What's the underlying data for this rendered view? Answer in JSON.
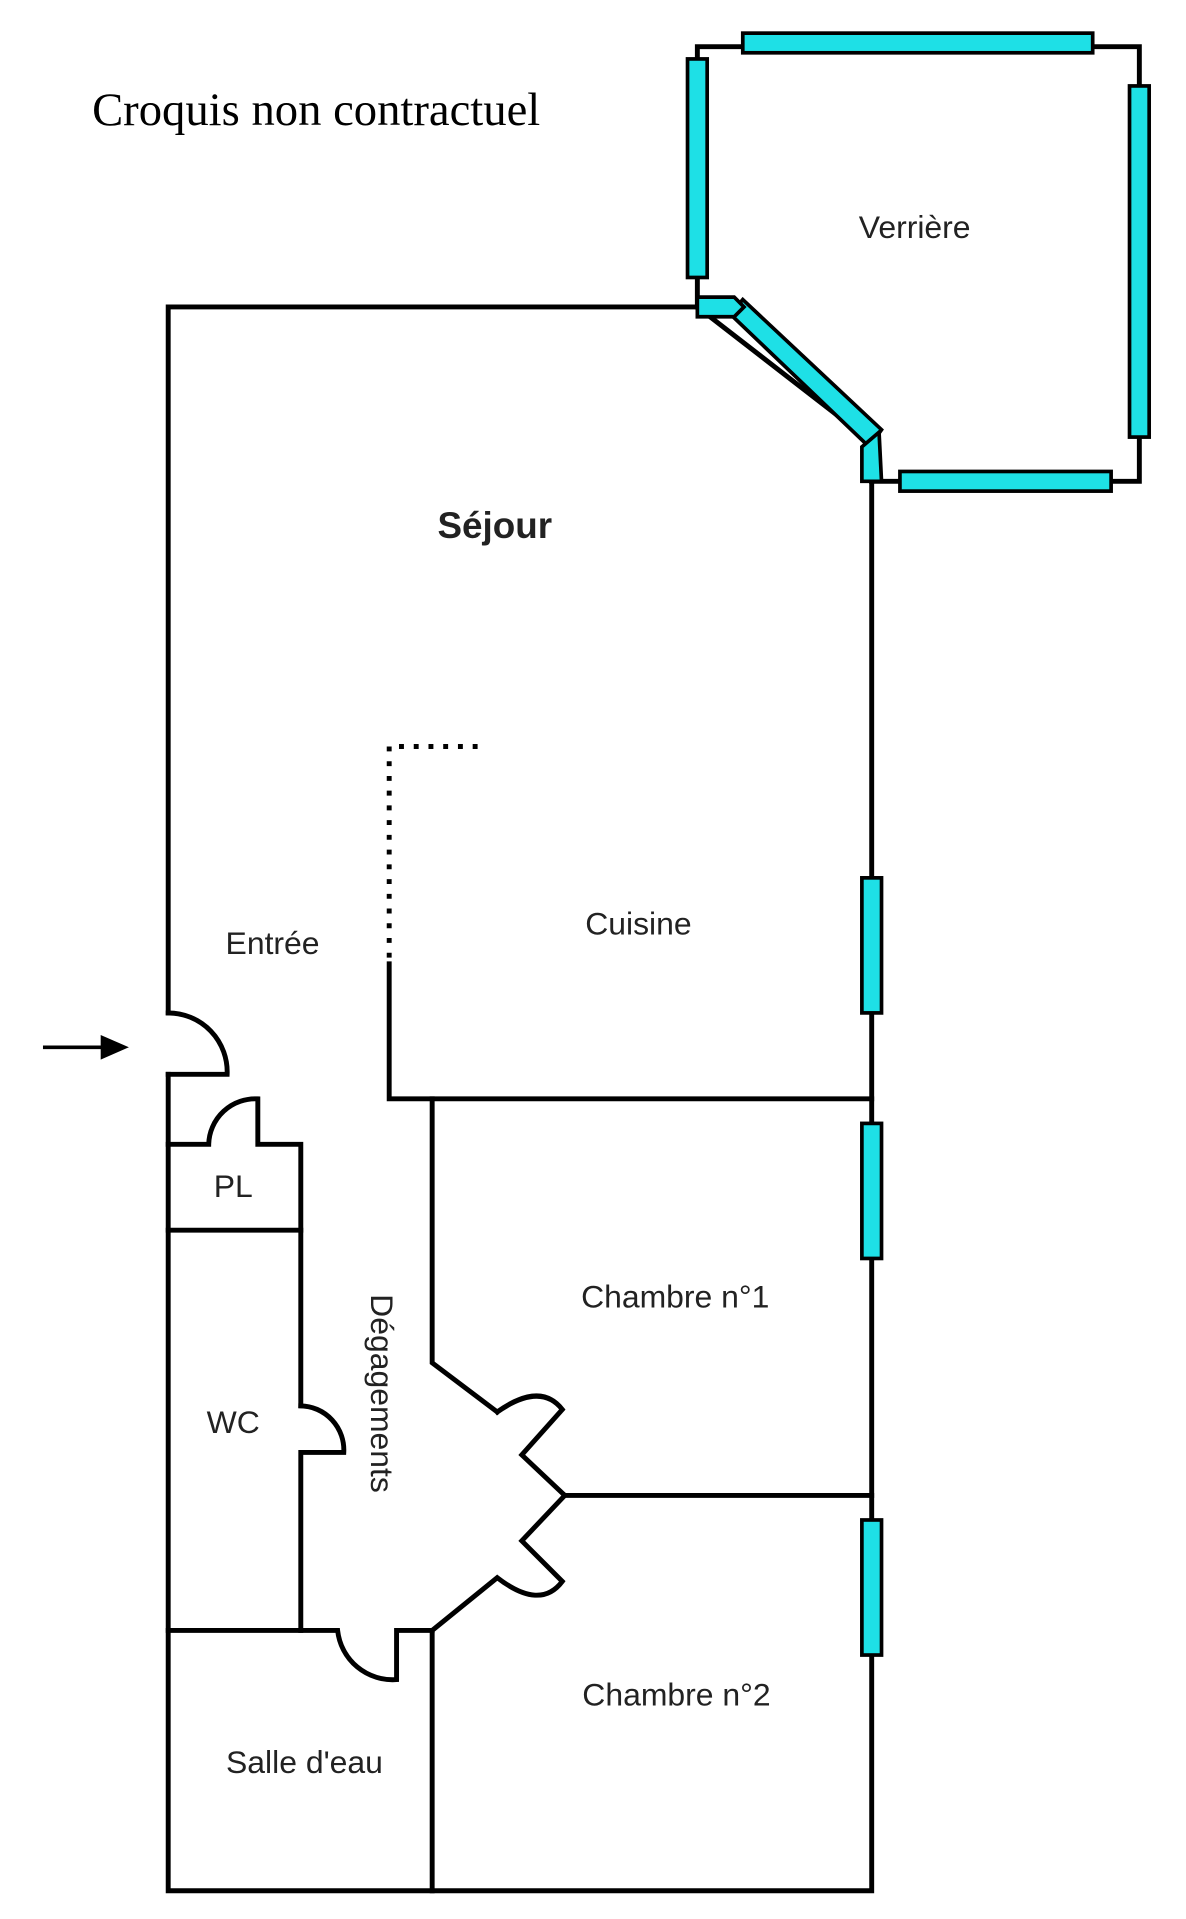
{
  "title": "Croquis non contractuel",
  "rooms": {
    "verriere": "Verrière",
    "sejour": "Séjour",
    "cuisine": "Cuisine",
    "entree": "Entrée",
    "pl": "PL",
    "wc": "WC",
    "degagements": "Dégagements",
    "chambre1": "Chambre n°1",
    "chambre2": "Chambre n°2",
    "salle_eau": "Salle d'eau"
  },
  "colors": {
    "window": "#1ee0e6",
    "wall": "#000000"
  }
}
